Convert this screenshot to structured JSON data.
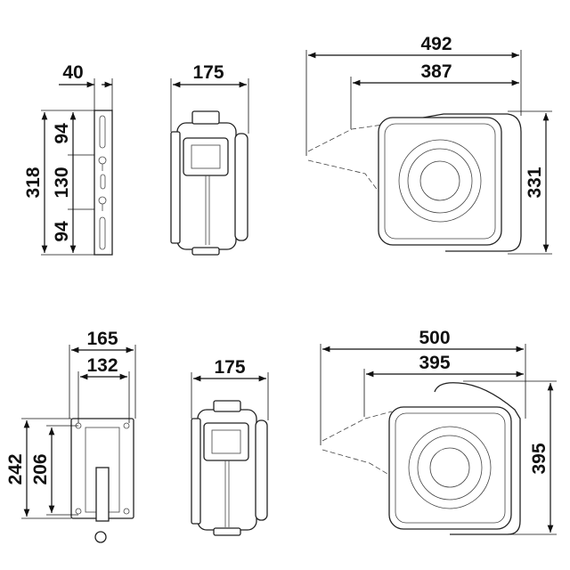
{
  "views": {
    "top_bracket": {
      "width": "40",
      "height_total": "318",
      "seg_top": "94",
      "seg_mid": "130",
      "seg_bottom": "94"
    },
    "top_front": {
      "width": "175"
    },
    "top_side": {
      "overall_length": "492",
      "body_length": "387",
      "height": "331"
    },
    "bottom_plate": {
      "outer_width": "165",
      "inner_width": "132",
      "outer_height": "242",
      "inner_height": "206"
    },
    "bottom_front": {
      "width": "175"
    },
    "bottom_side": {
      "overall_length": "500",
      "body_length": "395",
      "height": "395"
    }
  }
}
